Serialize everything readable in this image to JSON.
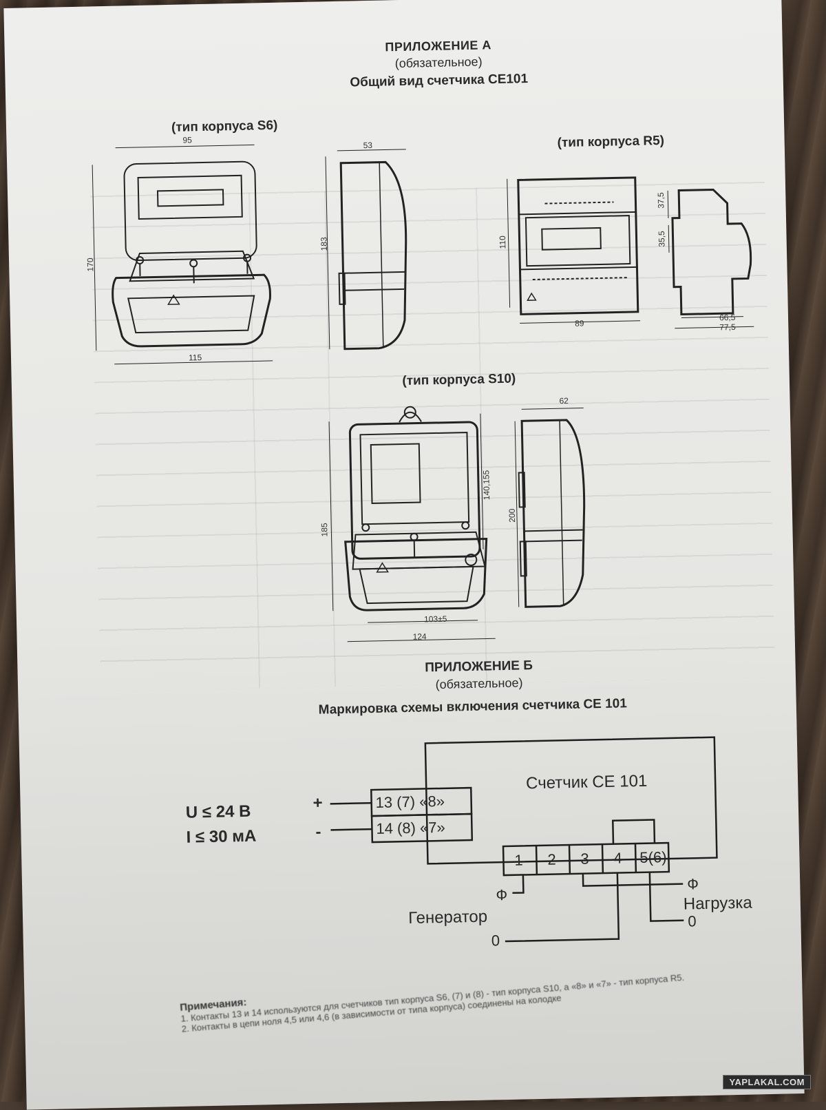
{
  "appendix_a": {
    "title": "ПРИЛОЖЕНИЕ А",
    "subtitle": "(обязательное)",
    "heading": "Общий вид счетчика СЕ101"
  },
  "case_s6": {
    "label": "(тип корпуса S6)",
    "dim_width_top": "95",
    "dim_height": "170",
    "dim_width_bottom": "115",
    "dim_depth": "53",
    "dim_side_height": "183"
  },
  "case_r5": {
    "label": "(тип корпуса R5)",
    "dim_height": "110",
    "dim_width": "89",
    "dim_top_offset": "37,5",
    "dim_mid_offset": "35,5",
    "dim_depth_inner": "66,5",
    "dim_depth_outer": "77,5"
  },
  "case_s10": {
    "label": "(тип корпуса S10)",
    "dim_depth": "62",
    "dim_height": "185",
    "dim_mount": "140,155",
    "dim_side_height": "200",
    "dim_base": "103±5",
    "dim_width": "124"
  },
  "appendix_b": {
    "title": "ПРИЛОЖЕНИЕ Б",
    "subtitle": "(обязательное)",
    "heading": "Маркировка схемы включения счетчика СЕ 101"
  },
  "scheme": {
    "voltage": "U ≤ 24 В",
    "current": "I ≤ 30 мА",
    "plus": "+",
    "minus": "-",
    "terminal_top": "13 (7) «8»",
    "terminal_bottom": "14 (8) «7»",
    "meter": "Счетчик СЕ 101",
    "contacts": [
      "1",
      "2",
      "3",
      "4",
      "5(6)"
    ],
    "phase_left": "Ф",
    "generator": "Генератор",
    "zero_left": "0",
    "phase_right": "Ф",
    "load": "Нагрузка",
    "zero_right": "0"
  },
  "notes": {
    "title": "Примечания:",
    "line1": "1. Контакты 13 и 14 используются для счетчиков тип корпуса S6, (7) и (8) - тип корпуса S10, а «8» и «7» - тип корпуса R5.",
    "line2": "2. Контакты в цепи ноля 4,5 или 4,6 (в зависимости от типа корпуса) соединены на колодке"
  },
  "watermark": "YAPLAKAL.COM"
}
